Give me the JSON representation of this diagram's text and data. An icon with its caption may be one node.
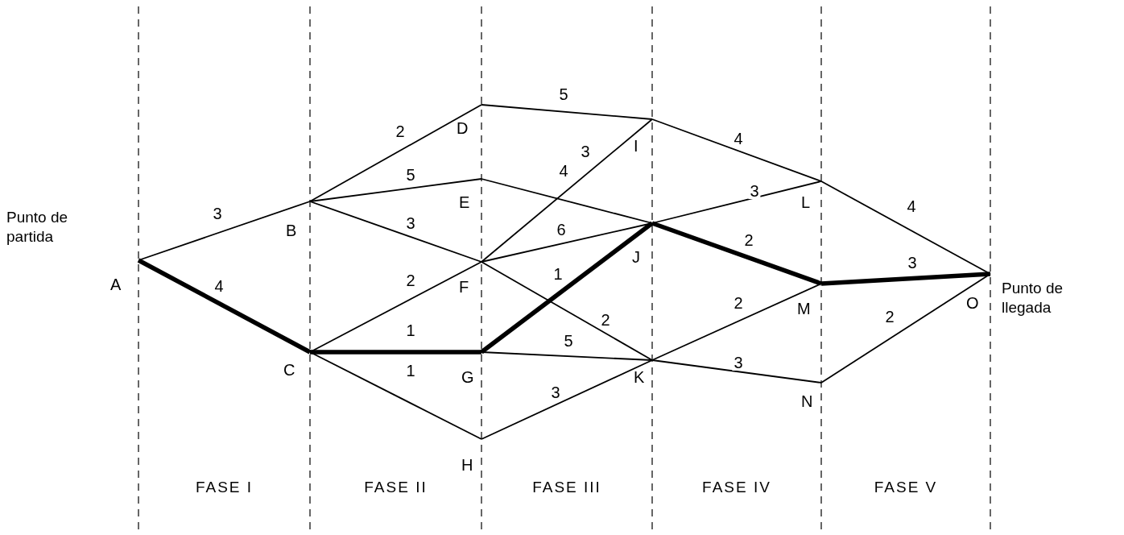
{
  "diagram": {
    "nodes": [
      {
        "text": [
          "A"
        ],
        "beside": [
          "Punto de partida"
        ]
      },
      {
        "text": [
          "B"
        ]
      },
      {
        "text": [
          "C"
        ]
      },
      {
        "text": [
          "D"
        ]
      },
      {
        "text": [
          "E"
        ]
      },
      {
        "text": [
          "F"
        ]
      },
      {
        "text": [
          "G"
        ]
      },
      {
        "text": [
          "H"
        ]
      },
      {
        "text": [
          "I"
        ]
      },
      {
        "text": [
          "J"
        ]
      },
      {
        "text": [
          "K"
        ]
      },
      {
        "text": [
          "L"
        ]
      },
      {
        "text": [
          "M"
        ]
      },
      {
        "text": [
          "N"
        ]
      },
      {
        "text": [
          "O"
        ],
        "beside": [
          "Punto de llegada"
        ]
      }
    ],
    "edges": [
      {
        "from": 0,
        "to": 1,
        "arrow": "none",
        "label": "3"
      },
      {
        "from": 0,
        "to": 2,
        "arrow": "none",
        "label": "4",
        "style": "thick"
      },
      {
        "from": 1,
        "to": 3,
        "arrow": "none",
        "label": "2"
      },
      {
        "from": 1,
        "to": 4,
        "arrow": "none",
        "label": "5"
      },
      {
        "from": 1,
        "to": 5,
        "arrow": "none",
        "label": "3"
      },
      {
        "from": 2,
        "to": 5,
        "arrow": "none",
        "label": "2"
      },
      {
        "from": 2,
        "to": 6,
        "arrow": "none",
        "label": "1",
        "style": "thick"
      },
      {
        "from": 2,
        "to": 7,
        "arrow": "none",
        "label": "1"
      },
      {
        "from": 3,
        "to": 8,
        "arrow": "none",
        "label": "5"
      },
      {
        "from": 4,
        "to": 9,
        "arrow": "none",
        "label": "4"
      },
      {
        "from": 5,
        "to": 8,
        "arrow": "none",
        "label": "3"
      },
      {
        "from": 5,
        "to": 9,
        "arrow": "none",
        "label": "6"
      },
      {
        "from": 5,
        "to": 10,
        "arrow": "none",
        "label": "2"
      },
      {
        "from": 6,
        "to": 9,
        "arrow": "none",
        "label": "1",
        "style": "thick"
      },
      {
        "from": 6,
        "to": 10,
        "arrow": "none",
        "label": "5"
      },
      {
        "from": 7,
        "to": 10,
        "arrow": "none",
        "label": "3"
      },
      {
        "from": 8,
        "to": 11,
        "arrow": "none",
        "label": "4"
      },
      {
        "from": 9,
        "to": 11,
        "arrow": "none",
        "label": "3"
      },
      {
        "from": 9,
        "to": 12,
        "arrow": "none",
        "label": "2",
        "style": "thick"
      },
      {
        "from": 10,
        "to": 12,
        "arrow": "none",
        "label": "2"
      },
      {
        "from": 10,
        "to": 13,
        "arrow": "none",
        "label": "3"
      },
      {
        "from": 11,
        "to": 14,
        "arrow": "none",
        "label": "4"
      },
      {
        "from": 12,
        "to": 14,
        "arrow": "none",
        "label": "3",
        "style": "thick"
      },
      {
        "from": 13,
        "to": 14,
        "arrow": "none",
        "label": "2"
      }
    ],
    "labels": [
      "FASE I",
      "FASE II",
      "FASE III",
      "FASE IV",
      "FASE V"
    ]
  }
}
